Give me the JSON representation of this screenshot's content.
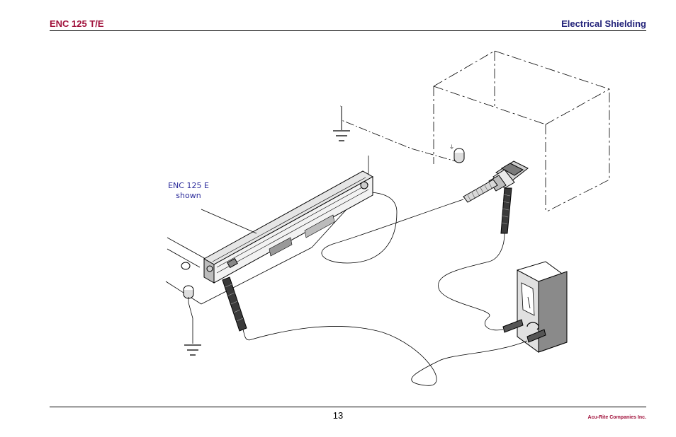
{
  "header": {
    "left_title": "ENC 125 T/E",
    "right_title": "Electrical Shielding"
  },
  "figure": {
    "callout_line1": "ENC 125 E",
    "callout_line2": "shown"
  },
  "footer": {
    "page_number": "13",
    "company": "Acu-Rite Companies Inc."
  },
  "colors": {
    "left_title": "#a0103a",
    "right_title": "#23237a",
    "company": "#a0103a",
    "callout": "#2a2a9a"
  }
}
